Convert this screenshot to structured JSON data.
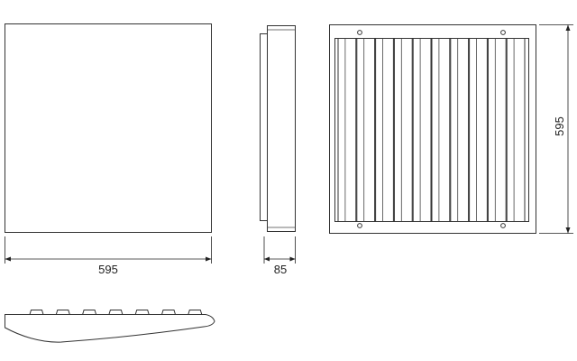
{
  "dimensions": {
    "width_label": "595",
    "depth_label": "85",
    "height_label": "595"
  },
  "colors": {
    "line": "#333333",
    "background": "#ffffff"
  },
  "views": {
    "count": 4,
    "louver_slats": 10,
    "mounting_holes": 4,
    "profile_tabs": 7
  }
}
